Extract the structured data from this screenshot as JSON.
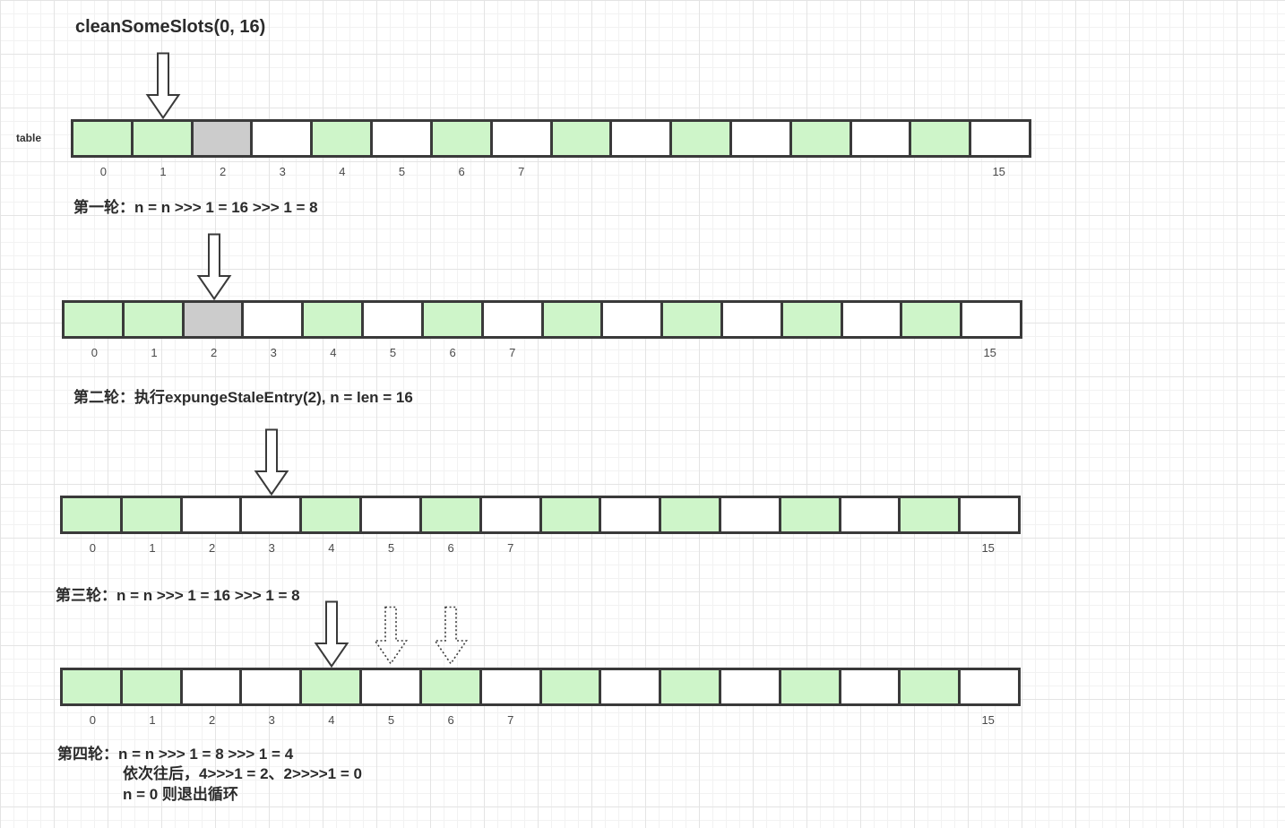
{
  "title": "cleanSomeSlots(0, 16)",
  "table_label": "table",
  "colors": {
    "cell-green": "#cef5c9",
    "cell-gray": "#cccccc",
    "cell-white": "#ffffff",
    "cell-border": "#3a3a3a",
    "text": "#2b2b2b",
    "label": "#4a4a4a",
    "grid-major": "#e4e4e4",
    "grid-minor": "#f2f2f2"
  },
  "rows": [
    {
      "name": "initial-table",
      "cells": [
        "green",
        "green",
        "gray",
        "white",
        "green",
        "white",
        "green",
        "white",
        "green",
        "white",
        "green",
        "white",
        "green",
        "white",
        "green",
        "white"
      ],
      "labels": [
        {
          "index": 0,
          "text": "0"
        },
        {
          "index": 1,
          "text": "1"
        },
        {
          "index": 2,
          "text": "2"
        },
        {
          "index": 3,
          "text": "3"
        },
        {
          "index": 4,
          "text": "4"
        },
        {
          "index": 5,
          "text": "5"
        },
        {
          "index": 6,
          "text": "6"
        },
        {
          "index": 7,
          "text": "7"
        },
        {
          "index": 15,
          "text": "15"
        }
      ],
      "arrows": [
        {
          "style": "solid",
          "cell": 1
        }
      ]
    },
    {
      "name": "round-1",
      "cells": [
        "green",
        "green",
        "gray",
        "white",
        "green",
        "white",
        "green",
        "white",
        "green",
        "white",
        "green",
        "white",
        "green",
        "white",
        "green",
        "white"
      ],
      "labels": [
        {
          "index": 0,
          "text": "0"
        },
        {
          "index": 1,
          "text": "1"
        },
        {
          "index": 2,
          "text": "2"
        },
        {
          "index": 3,
          "text": "3"
        },
        {
          "index": 4,
          "text": "4"
        },
        {
          "index": 5,
          "text": "5"
        },
        {
          "index": 6,
          "text": "6"
        },
        {
          "index": 7,
          "text": "7"
        },
        {
          "index": 15,
          "text": "15"
        }
      ],
      "arrows": [
        {
          "style": "solid",
          "cell": 2
        }
      ]
    },
    {
      "name": "round-2",
      "cells": [
        "green",
        "green",
        "white",
        "white",
        "green",
        "white",
        "green",
        "white",
        "green",
        "white",
        "green",
        "white",
        "green",
        "white",
        "green",
        "white"
      ],
      "labels": [
        {
          "index": 0,
          "text": "0"
        },
        {
          "index": 1,
          "text": "1"
        },
        {
          "index": 2,
          "text": "2"
        },
        {
          "index": 3,
          "text": "3"
        },
        {
          "index": 4,
          "text": "4"
        },
        {
          "index": 5,
          "text": "5"
        },
        {
          "index": 6,
          "text": "6"
        },
        {
          "index": 7,
          "text": "7"
        },
        {
          "index": 15,
          "text": "15"
        }
      ],
      "arrows": [
        {
          "style": "solid",
          "cell": 3
        }
      ]
    },
    {
      "name": "round-3",
      "cells": [
        "green",
        "green",
        "white",
        "white",
        "green",
        "white",
        "green",
        "white",
        "green",
        "white",
        "green",
        "white",
        "green",
        "white",
        "green",
        "white"
      ],
      "labels": [
        {
          "index": 0,
          "text": "0"
        },
        {
          "index": 1,
          "text": "1"
        },
        {
          "index": 2,
          "text": "2"
        },
        {
          "index": 3,
          "text": "3"
        },
        {
          "index": 4,
          "text": "4"
        },
        {
          "index": 5,
          "text": "5"
        },
        {
          "index": 6,
          "text": "6"
        },
        {
          "index": 7,
          "text": "7"
        },
        {
          "index": 15,
          "text": "15"
        }
      ],
      "arrows": [
        {
          "style": "solid",
          "cell": 4
        },
        {
          "style": "dotted",
          "cell": 5
        },
        {
          "style": "dotted",
          "cell": 6
        }
      ]
    }
  ],
  "captions": {
    "round1": "第一轮：n = n >>> 1 = 16 >>> 1 = 8",
    "round2": "第二轮：执行expungeStaleEntry(2), n = len = 16",
    "round3": "第三轮：n = n >>> 1 = 16 >>> 1 = 8",
    "round4_line1": "第四轮：n = n >>> 1 = 8 >>> 1 = 4",
    "round4_line2": "依次往后，4>>>1 = 2、2>>>>1 = 0",
    "round4_line3": "n = 0 则退出循环"
  }
}
